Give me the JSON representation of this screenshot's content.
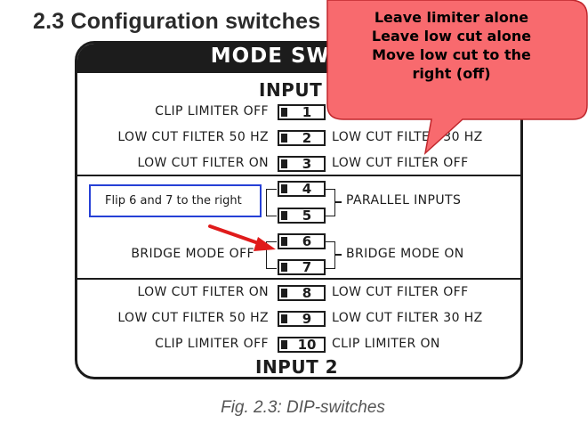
{
  "heading": "2.3 Configuration switches",
  "panel": {
    "title": "MODE SWITCH",
    "input1_title": "INPUT 1",
    "input2_title": "INPUT 2",
    "switches": [
      {
        "num": "1",
        "left": "CLIP LIMITER OFF",
        "right": ""
      },
      {
        "num": "2",
        "left": "LOW CUT FILTER 50 HZ",
        "right": "LOW CUT FILTER 30 HZ"
      },
      {
        "num": "3",
        "left": "LOW CUT FILTER ON",
        "right": "LOW CUT FILTER OFF"
      },
      {
        "num": "4"
      },
      {
        "num": "5"
      },
      {
        "num": "6"
      },
      {
        "num": "7"
      },
      {
        "num": "8",
        "left": "LOW CUT FILTER ON",
        "right": "LOW CUT FILTER OFF"
      },
      {
        "num": "9",
        "left": "LOW CUT FILTER 50 HZ",
        "right": "LOW CUT FILTER 30 HZ"
      },
      {
        "num": "10",
        "left": "CLIP LIMITER OFF",
        "right": "CLIP LIMITER ON"
      }
    ],
    "parallel_inputs": "PARALLEL INPUTS",
    "bridge_mode_off": "BRIDGE MODE OFF",
    "bridge_mode_on": "BRIDGE MODE ON"
  },
  "annotation_box": "Flip 6 and 7 to the right",
  "callout_bubble": {
    "line1": "Leave limiter alone",
    "line2": "Leave low cut alone",
    "line3": "Move low cut to the",
    "line4": "right (off)"
  },
  "caption": "Fig. 2.3: DIP-switches",
  "colors": {
    "bubble_fill": "#f86a6e",
    "bubble_border": "#c0272d",
    "arrow": "#e01b1b",
    "note_border": "#2640d6",
    "panel_dark": "#1c1c1c"
  }
}
